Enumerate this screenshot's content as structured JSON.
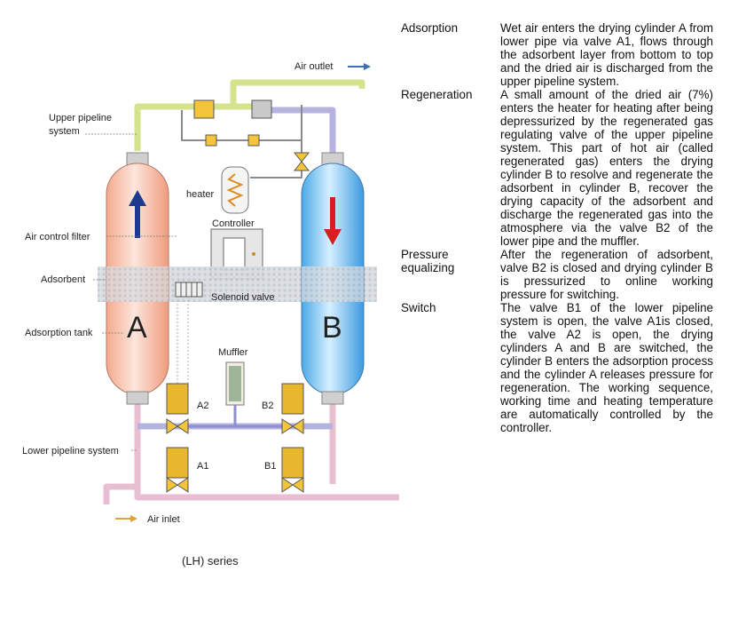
{
  "diagram": {
    "labels": {
      "air_outlet": "Air outlet",
      "upper_pipeline": [
        "Upper pipeline",
        "system"
      ],
      "heater": "heater",
      "controller": "Controller",
      "air_control_filter": "Air control filter",
      "adsorbent": "Adsorbent",
      "solenoid_valve": "Solenoid valve",
      "adsorption_tank": "Adsorption tank",
      "muffler": "Muffler",
      "valve_a2": "A2",
      "valve_b2": "B2",
      "valve_a1": "A1",
      "valve_b1": "B1",
      "lower_pipeline": "Lower pipeline system",
      "air_inlet": "Air inlet",
      "tank_a": "A",
      "tank_b": "B"
    },
    "caption": "(LH) series"
  },
  "description": [
    {
      "term": "Adsorption",
      "text": "Wet air enters the drying cylinder A from lower pipe via valve A1, flows through the adsorbent layer from bottom to top and the dried air is discharged from the upper pipeline system."
    },
    {
      "term": "Regeneration",
      "text": "A small amount of the dried air (7%) enters the heater for heating after being depressurized by the regenerated gas regulating valve of the upper pipeline system. This part of hot air (called regenerated gas) enters the drying cylinder B to resolve and regenerate the adsorbent in cylinder B, recover the drying capacity of the adsorbent and discharge the regenerated gas into the atmosphere via the valve B2 of the lower pipe and the muffler."
    },
    {
      "term": "Pressure equalizing",
      "text": "After the regeneration of adsorbent, valve B2 is closed and drying cylinder B is pressurized to online working pressure for switching."
    },
    {
      "term": "Switch",
      "text": "The valve B1 of the lower pipeline system is open, the valve A1is closed, the valve A2 is open, the drying cylinders A and B are switched, the cylinder B enters the adsorption process and the cylinder A releases pressure for regeneration. The working sequence, working time and heating temperature are automatically controlled by the controller."
    }
  ]
}
